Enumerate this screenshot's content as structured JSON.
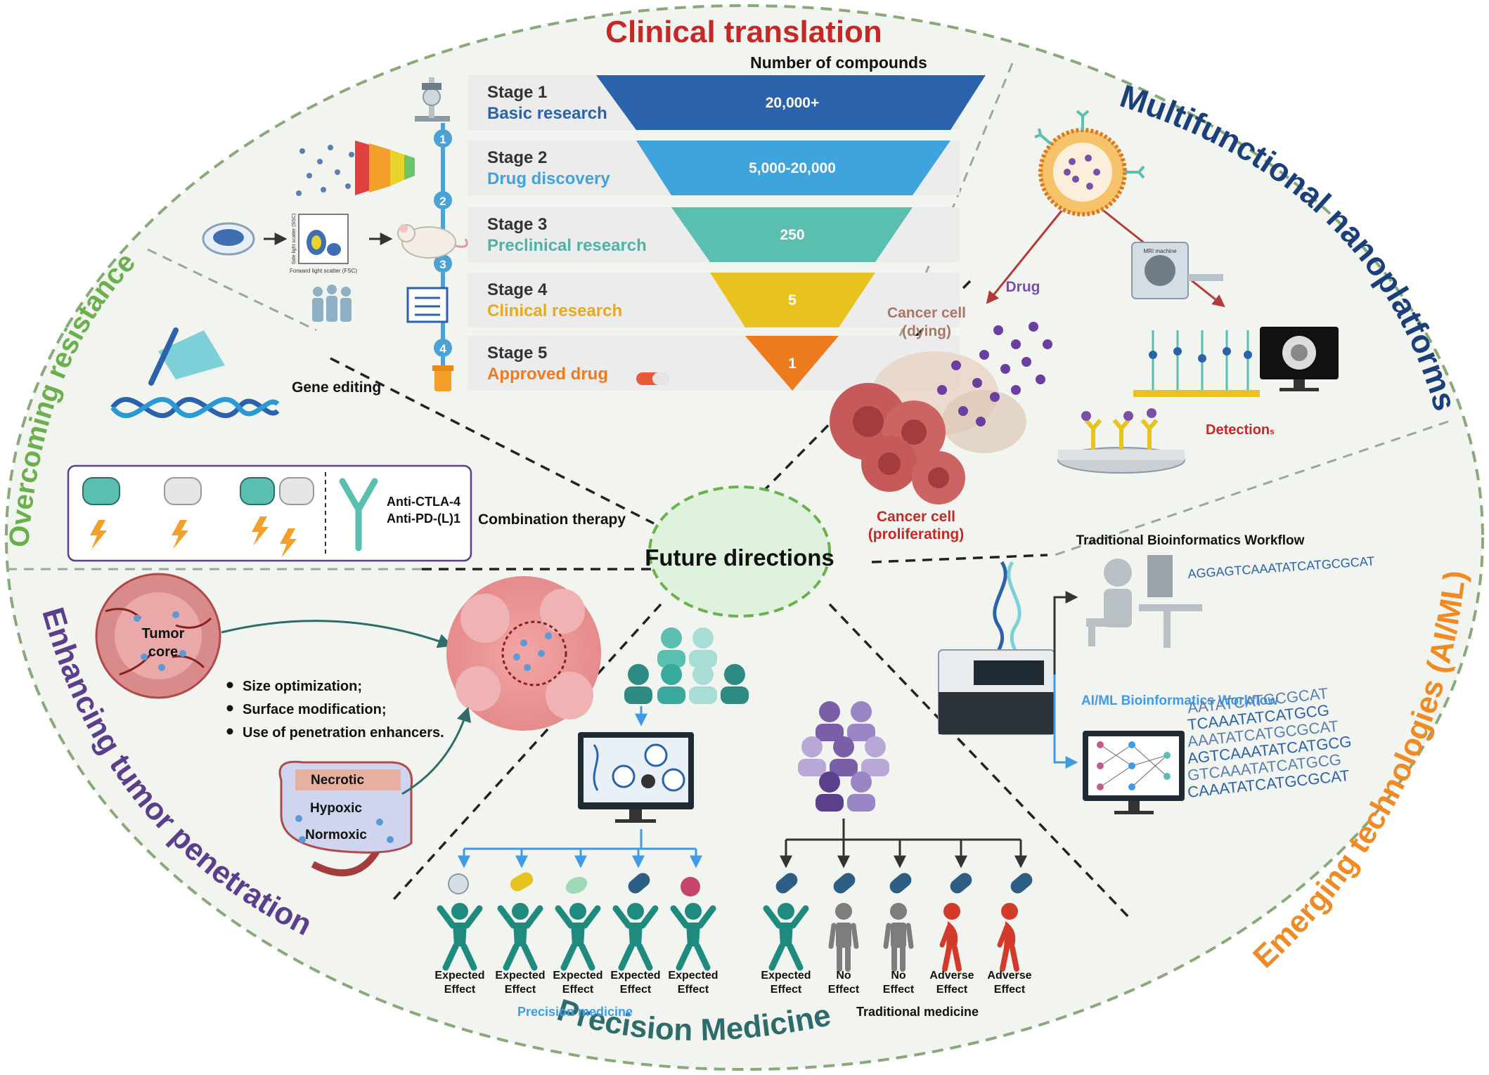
{
  "center": {
    "label": "Future directions"
  },
  "sections": {
    "clinical": "Clinical translation",
    "nano": "Multifunctional nanoplatforms",
    "resistance": "Overcoming resistance",
    "penetration": "Enhancing tumor penetration",
    "precision": "Precision Medicine",
    "emerging": "Emerging technologies (AI/ML)"
  },
  "colors": {
    "clinical": "#c62828",
    "nano": "#1b3f7a",
    "resistance": "#6ab04c",
    "penetration": "#5b3f8c",
    "precision": "#2e6b6b",
    "emerging": "#f08a24"
  },
  "clinical": {
    "count_label": "Number of compounds",
    "stages": [
      {
        "stage": "Stage 1",
        "name": "Basic research",
        "count": "20,000+",
        "color": "#2a62ac"
      },
      {
        "stage": "Stage 2",
        "name": "Drug discovery",
        "count": "5,000-20,000",
        "color": "#3fa3dc"
      },
      {
        "stage": "Stage 3",
        "name": "Preclinical research",
        "count": "250",
        "color": "#5bbfb0"
      },
      {
        "stage": "Stage 4",
        "name": "Clinical research",
        "count": "5",
        "color": "#e8c21f"
      },
      {
        "stage": "Stage 5",
        "name": "Approved drug",
        "count": "1",
        "color": "#ee7a1e"
      }
    ],
    "step_numbers": [
      "1",
      "2",
      "3",
      "4"
    ],
    "flow_x_axis": "Forward light scatter (FSC)",
    "flow_y_axis": "Side light scatter (SSC)"
  },
  "nano": {
    "drug": "Drug",
    "dying": [
      "Cancer cell",
      "(dying)"
    ],
    "proliferating": [
      "Cancer cell",
      "(proliferating)"
    ],
    "mri": "MRI machine",
    "detection_main": "Detection",
    "detection_sub": "s"
  },
  "resistance": {
    "gene_editing": "Gene editing",
    "combination": "Combination therapy",
    "antibodies": [
      "Anti-CTLA-4",
      "Anti-PD-(L)1"
    ]
  },
  "penetration": {
    "tumor_core": [
      "Tumor",
      "core"
    ],
    "bullets": [
      "Size optimization;",
      "Surface modification;",
      "Use of penetration enhancers."
    ],
    "zones": [
      "Necrotic",
      "Hypoxic",
      "Normoxic"
    ]
  },
  "precision": {
    "precision_label": "Precision medicine",
    "traditional_label": "Traditional medicine",
    "precision_effects": [
      [
        "Expected",
        "Effect"
      ],
      [
        "Expected",
        "Effect"
      ],
      [
        "Expected",
        "Effect"
      ],
      [
        "Expected",
        "Effect"
      ],
      [
        "Expected",
        "Effect"
      ]
    ],
    "traditional_effects": [
      [
        "Expected",
        "Effect"
      ],
      [
        "No",
        "Effect"
      ],
      [
        "No",
        "Effect"
      ],
      [
        "Adverse",
        "Effect"
      ],
      [
        "Adverse",
        "Effect"
      ]
    ]
  },
  "emerging": {
    "traditional": "Traditional Bioinformatics Workflow",
    "aiml": "AI/ML Bioinformatics Workflow",
    "seq_short": "AGGAGTCAAATATCATGCGCAT",
    "seq_lines": [
      "AATATCATGCGCAT",
      "TCAAATATCATGCG",
      "AAATATCATGCGCAT",
      "AGTCAAATATCATGCG",
      "GTCAAATATCATGCG",
      "CAAATATCATGCGCAT"
    ]
  }
}
